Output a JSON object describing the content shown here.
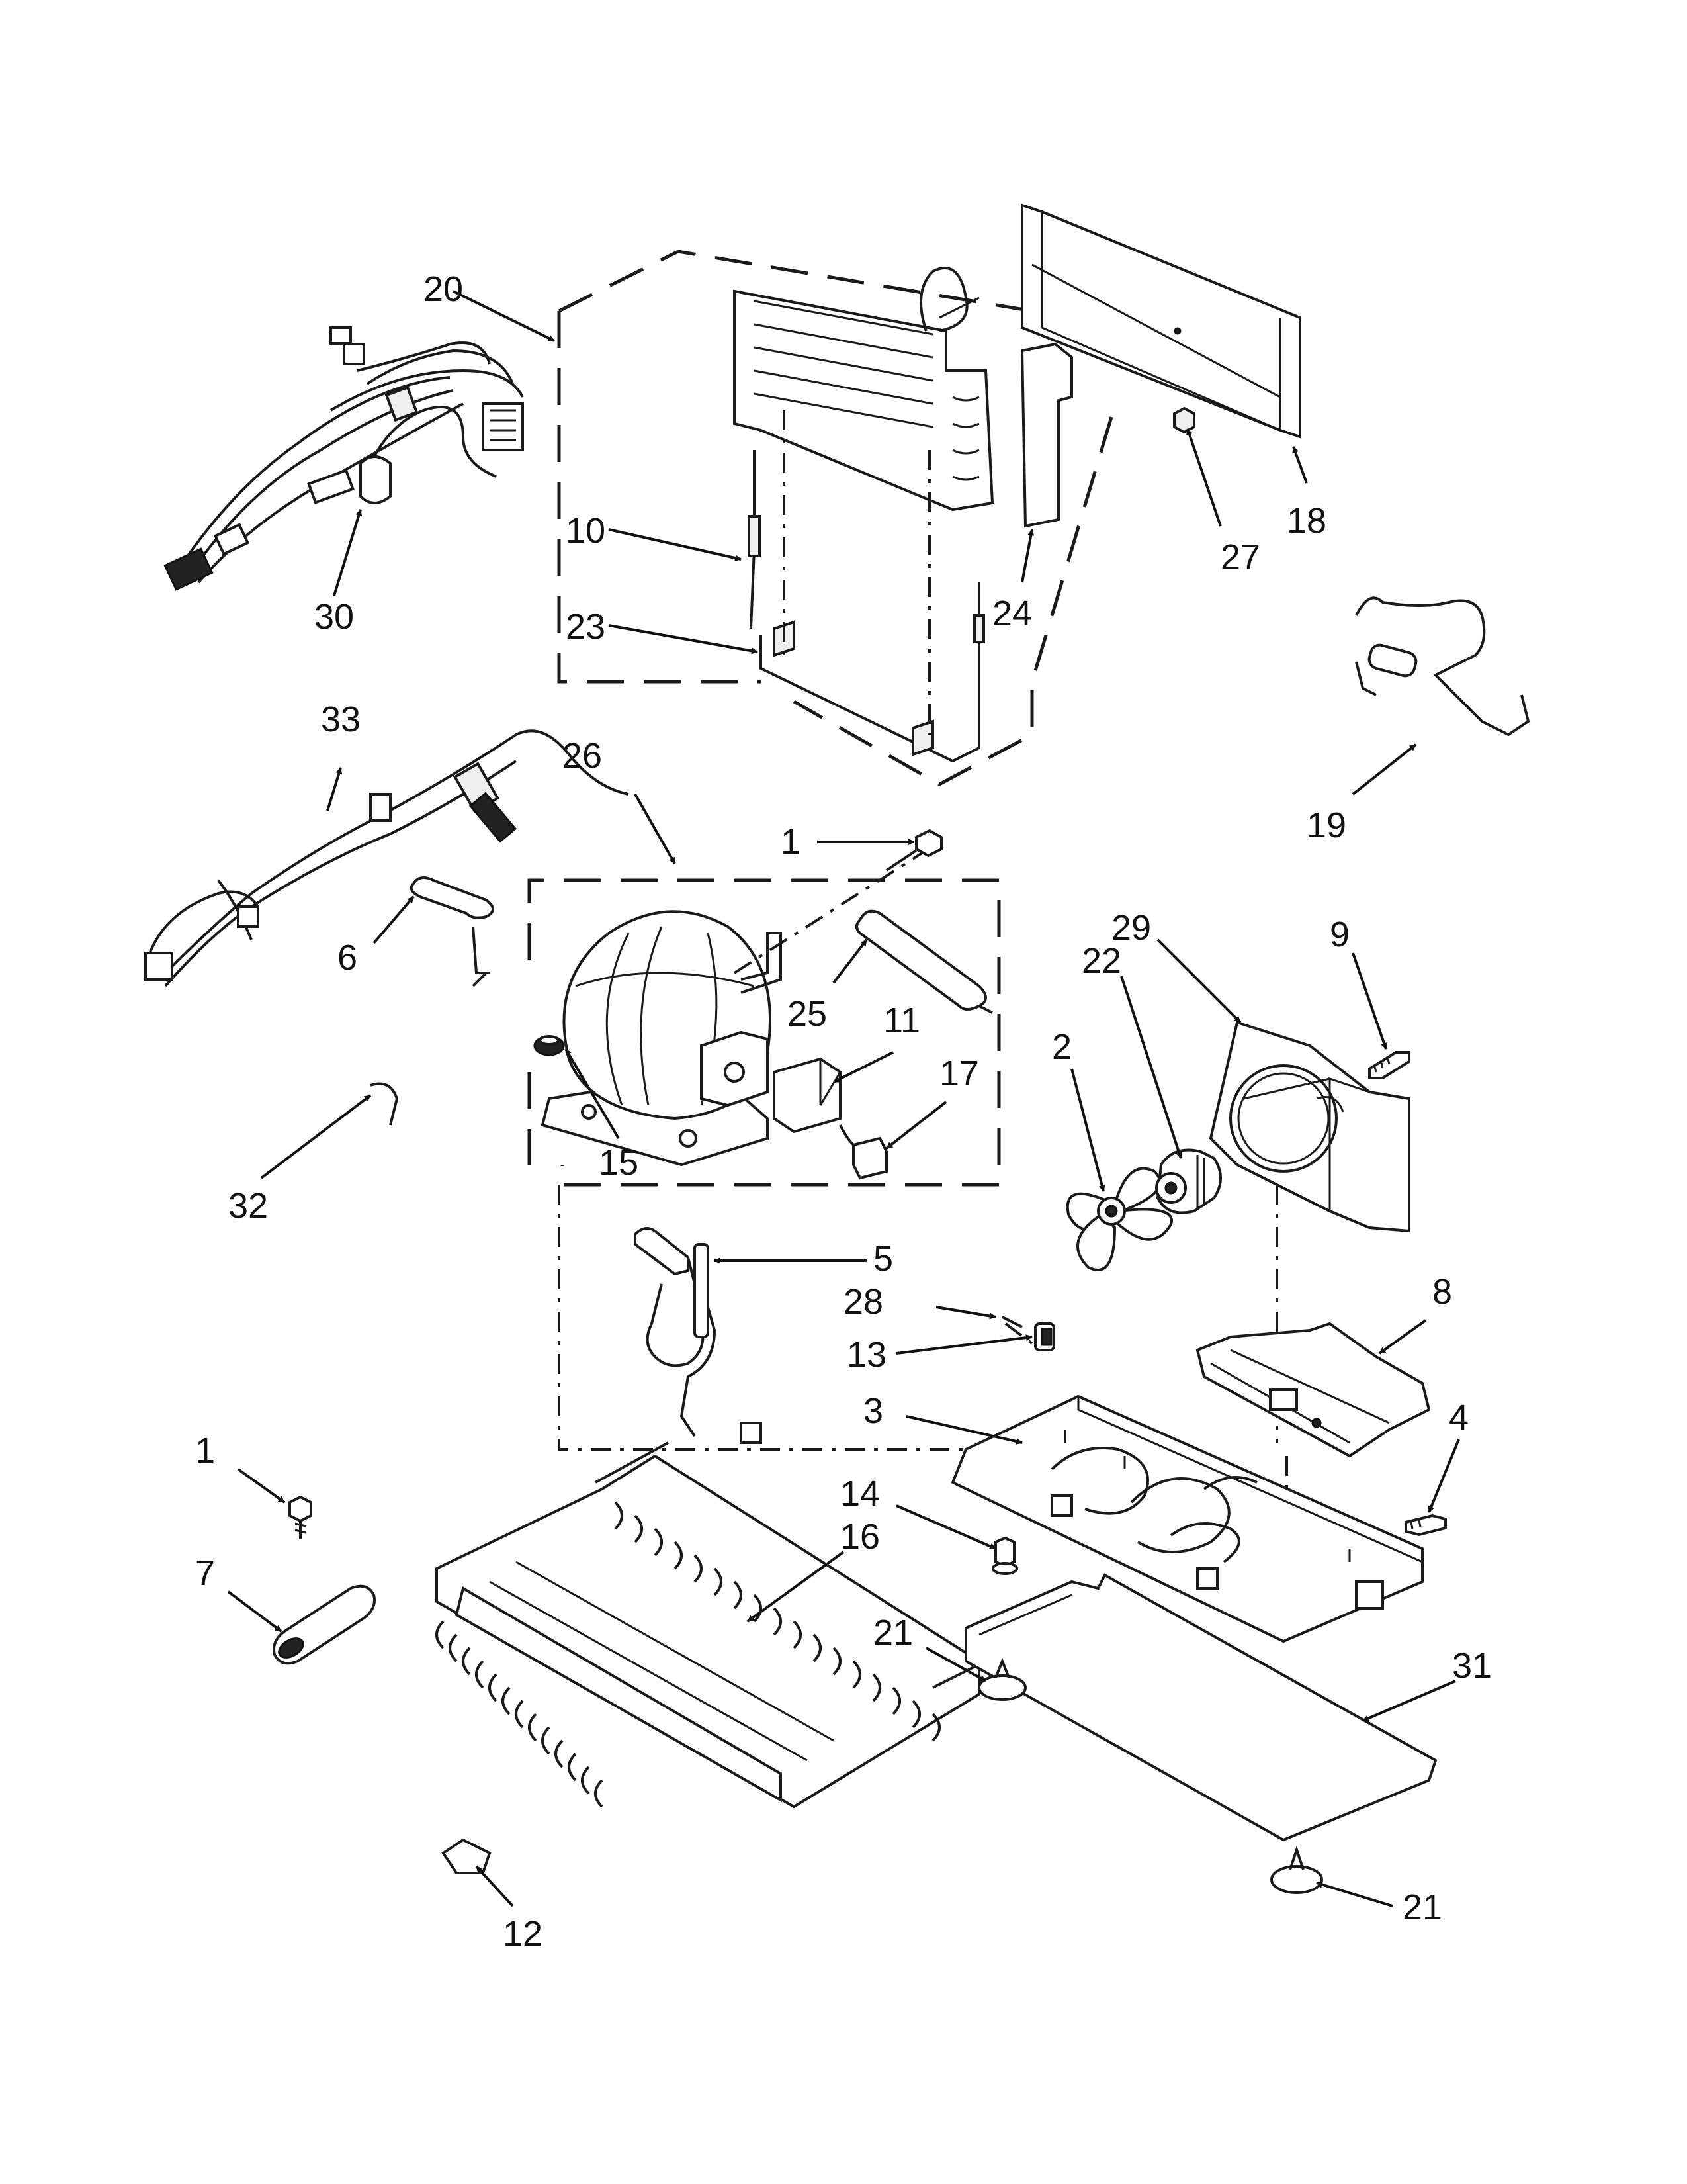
{
  "callouts": {
    "c1a": "1",
    "c1b": "1",
    "c2": "2",
    "c3": "3",
    "c4": "4",
    "c5": "5",
    "c6": "6",
    "c7": "7",
    "c8": "8",
    "c9": "9",
    "c10": "10",
    "c11": "11",
    "c12": "12",
    "c13": "13",
    "c14": "14",
    "c15": "15",
    "c16": "16",
    "c17": "17",
    "c18": "18",
    "c19": "19",
    "c20": "20",
    "c21a": "21",
    "c21b": "21",
    "c22": "22",
    "c23": "23",
    "c24": "24",
    "c25": "25",
    "c26": "26",
    "c27": "27",
    "c28": "28",
    "c29": "29",
    "c30": "30",
    "c31": "31",
    "c32": "32",
    "c33": "33"
  },
  "colors": {
    "line": "#1a1a1a",
    "background": "#ffffff"
  }
}
